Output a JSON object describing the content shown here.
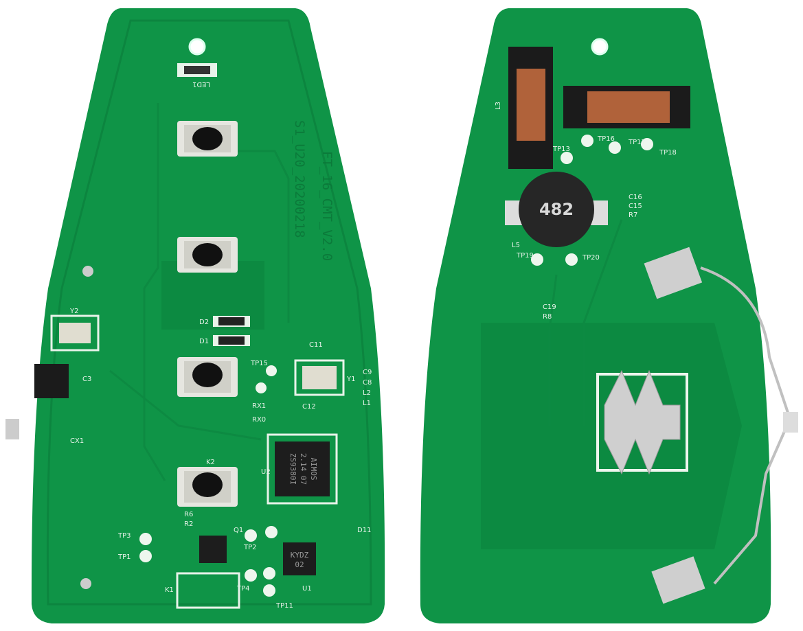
{
  "colors": {
    "pcb": "#0f9447",
    "pcb_dark": "#0a7c3a",
    "silkscreen": "#eef6ee",
    "chip": "#1d1d1d",
    "coil": "#b0623a",
    "metal": "#c8c8c8"
  },
  "left_board": {
    "board_revision": "FT_16_CMT_V2.0",
    "board_date": "S1_U20_20200218",
    "led_label": "LED1",
    "crystal_labels": [
      "Y2",
      "Y1"
    ],
    "mcu_label": "U2",
    "mcu_marking": [
      "AIMOS",
      "2.14 07",
      "ZS9380I"
    ],
    "ic_label": "U1",
    "ic_marking": [
      "KYDZ",
      "02"
    ],
    "button_labels": [
      "K2",
      "K1"
    ],
    "component_labels": [
      "D2",
      "D1",
      "C12",
      "RX1",
      "RX0",
      "TP15",
      "TP1",
      "TP3",
      "TP2",
      "TP4",
      "TP11",
      "R6",
      "R2",
      "Q1",
      "CX1",
      "C3",
      "C11",
      "C9",
      "C8",
      "L2",
      "L1",
      "D11"
    ]
  },
  "right_board": {
    "inductor_marking": "482",
    "component_labels": [
      "L3",
      "L5",
      "TP13",
      "TP16",
      "TP17",
      "TP18",
      "TP19",
      "TP20",
      "C16",
      "C15",
      "R7",
      "C19",
      "R8"
    ]
  }
}
